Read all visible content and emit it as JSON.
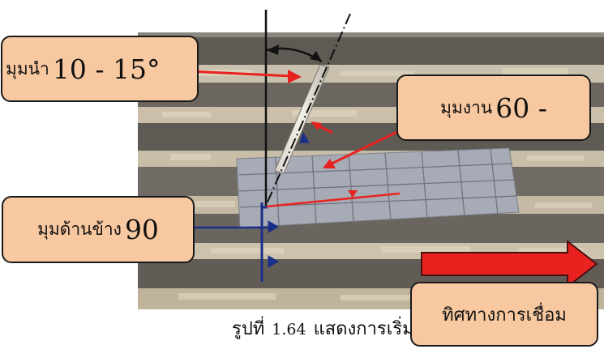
{
  "callouts": {
    "lead_angle": {
      "label": "มุมนำ",
      "value": "10 - 15°"
    },
    "work_angle": {
      "label": "มุมงาน",
      "value": "60 -"
    },
    "side_angle": {
      "label": "มุมด้านข้าง",
      "value": "90"
    },
    "travel_direction": {
      "label": "ทิศทางการเชื่อม"
    }
  },
  "caption": {
    "prefix": "รูปที่",
    "number": "1.64",
    "text": "แสดงการเริ่มต้น"
  },
  "colors": {
    "callout_fill": "#f8c9a0",
    "arrow_red": "#e8231f",
    "angle_blue": "#1a2f8a",
    "plate": "#a7abb6"
  }
}
